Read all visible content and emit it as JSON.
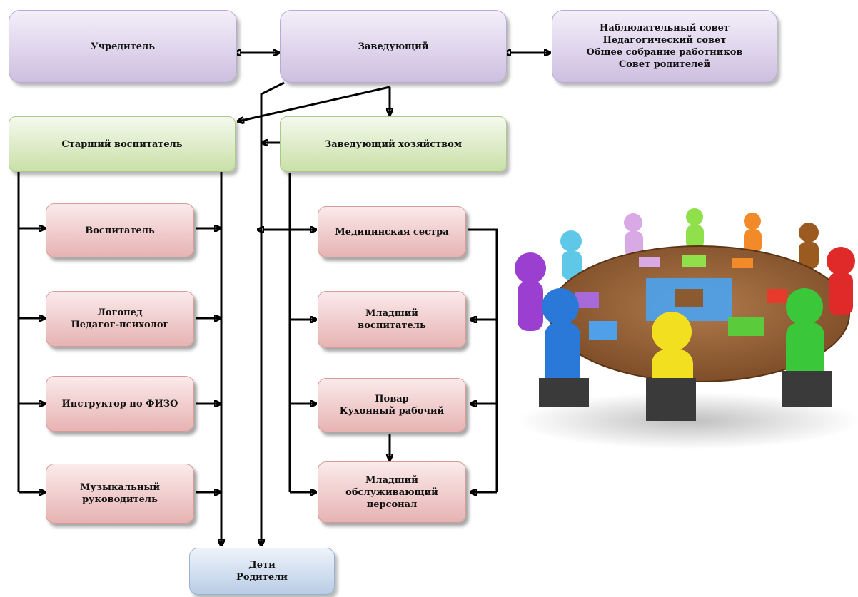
{
  "nodes": {
    "founder": {
      "lines": [
        "Учредитель"
      ]
    },
    "head": {
      "lines": [
        "Заведующий"
      ]
    },
    "councils": {
      "lines": [
        "Наблюдательный совет",
        "Педагогический совет",
        "Общее собрание работников",
        "Совет родителей"
      ]
    },
    "senior_educator": {
      "lines": [
        "Старший воспитатель"
      ]
    },
    "supply_manager": {
      "lines": [
        "Заведующий хозяйством"
      ]
    },
    "educator": {
      "lines": [
        "Воспитатель"
      ]
    },
    "speech_therapist": {
      "lines": [
        "Логопед",
        "Педагог-психолог"
      ]
    },
    "pe_instructor": {
      "lines": [
        "Инструктор по ФИЗО"
      ]
    },
    "music_director": {
      "lines": [
        "Музыкальный",
        "руководитель"
      ]
    },
    "nurse": {
      "lines": [
        "Медицинская сестра"
      ]
    },
    "junior_educator": {
      "lines": [
        "Младший",
        "воспитатель"
      ]
    },
    "cook": {
      "lines": [
        "Повар",
        "Кухонный рабочий"
      ]
    },
    "service_staff": {
      "lines": [
        "Младший",
        "обслуживающий",
        "персонал"
      ]
    },
    "children_parents": {
      "lines": [
        "Дети",
        "Родители"
      ]
    }
  },
  "colors": {
    "council_level": "#d9cde9",
    "management_level": "#d8e8c2",
    "staff_level": "#eec4c4",
    "recipients": "#c9d8ec",
    "connector": "#000000"
  },
  "illustration": {
    "subject": "people-around-table-with-puzzle"
  }
}
